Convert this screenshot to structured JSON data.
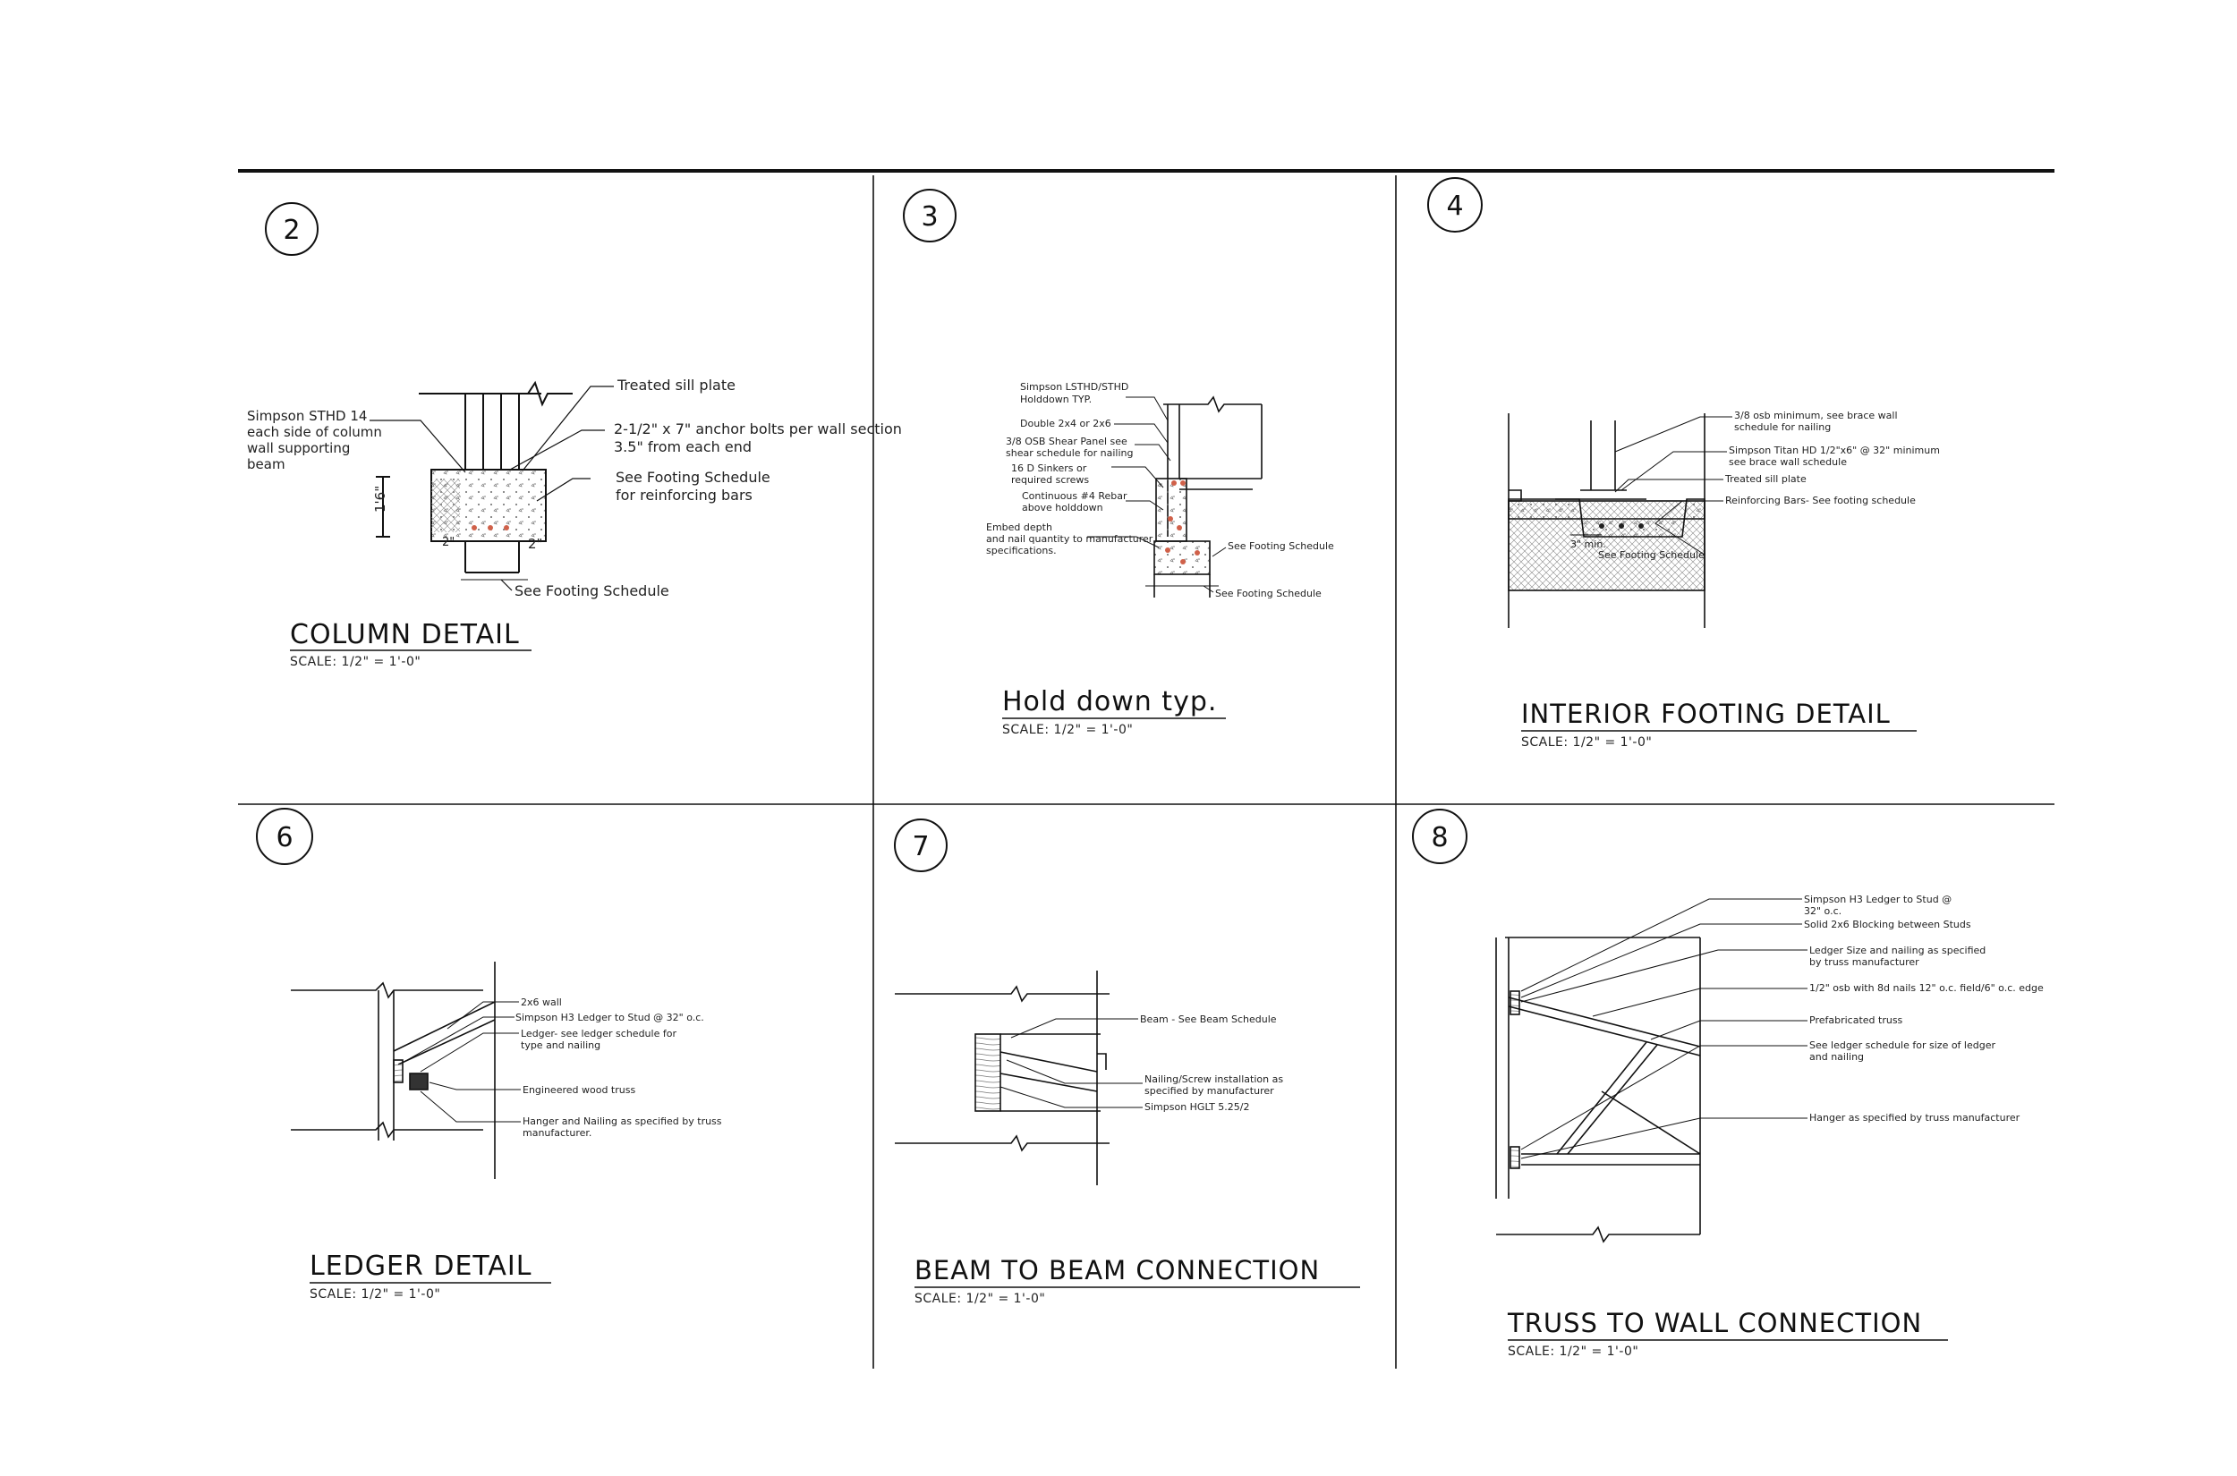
{
  "colors": {
    "ink": "#111111",
    "rebar": "#d0614a",
    "paper": "#ffffff"
  },
  "details": [
    {
      "number": "2",
      "title": "COLUMN DETAIL",
      "scale": "SCALE: 1/2\" = 1'-0\"",
      "notes": [
        "Treated sill plate",
        "Simpson STHD 14",
        "each side of column",
        "wall supporting",
        "beam",
        "2-1/2\" x 7\" anchor bolts per wall section",
        "3.5\" from each end",
        "See Footing Schedule",
        "for reinforcing bars",
        "See Footing Schedule"
      ],
      "dims": [
        "1'6\"",
        "2\"",
        "2\""
      ]
    },
    {
      "number": "3",
      "title": "Hold down typ.",
      "scale": "SCALE: 1/2\" = 1'-0\"",
      "notes": [
        "Simpson LSTHD/STHD",
        "Holddown TYP.",
        "Double 2x4 or 2x6",
        "3/8 OSB Shear Panel see",
        "shear schedule for nailing",
        "16 D Sinkers or",
        "required screws",
        "Continuous #4 Rebar",
        "above holddown",
        "Embed depth",
        "and nail quantity to manufacturer",
        "specifications.",
        "See Footing Schedule",
        "See Footing Schedule"
      ]
    },
    {
      "number": "4",
      "title": "INTERIOR FOOTING DETAIL",
      "scale": "SCALE: 1/2\" = 1'-0\"",
      "notes": [
        "3/8 osb minimum, see brace wall",
        "schedule for nailing",
        "Simpson Titan HD 1/2\"x6\" @ 32\" minimum",
        "see brace wall schedule",
        "Treated sill plate",
        "Reinforcing Bars- See footing schedule",
        "See Footing Schedule"
      ],
      "dims": [
        "3\" min."
      ]
    },
    {
      "number": "6",
      "title": "LEDGER DETAIL",
      "scale": "SCALE: 1/2\" = 1'-0\"",
      "notes": [
        "2x6 wall",
        "Simpson H3 Ledger to Stud @ 32\" o.c.",
        "Ledger- see ledger schedule for",
        "type and nailing",
        "Engineered wood truss",
        "Hanger and Nailing as specified by truss",
        "manufacturer."
      ]
    },
    {
      "number": "7",
      "title": "BEAM TO BEAM CONNECTION",
      "scale": "SCALE: 1/2\" = 1'-0\"",
      "notes": [
        "Beam - See Beam Schedule",
        "Nailing/Screw installation as",
        "specified by manufacturer",
        "Simpson HGLT 5.25/2"
      ]
    },
    {
      "number": "8",
      "title": "TRUSS TO WALL CONNECTION",
      "scale": "SCALE: 1/2\" = 1'-0\"",
      "notes": [
        "Simpson H3 Ledger to Stud @",
        "32\" o.c.",
        "Solid 2x6 Blocking between Studs",
        "Ledger Size and nailing as specified",
        "by truss manufacturer",
        "1/2\" osb with 8d nails 12\" o.c. field/6\" o.c. edge",
        "Prefabricated truss",
        "See ledger schedule for size of ledger",
        "and nailing",
        "Hanger as specified by truss manufacturer"
      ]
    }
  ]
}
